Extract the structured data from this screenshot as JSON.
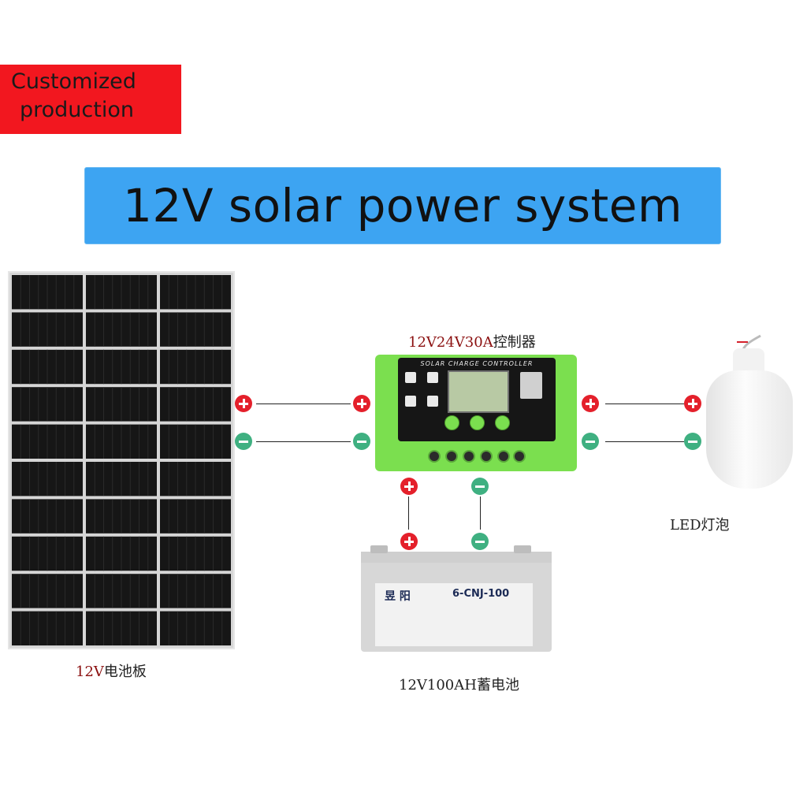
{
  "badge": {
    "line1": "Customized",
    "line2": "production",
    "color": "#f2171f"
  },
  "title": {
    "text": "12V solar power system",
    "background": "#3da4f2"
  },
  "components": {
    "panel": {
      "caption_prefix": "12V",
      "caption_suffix": "电池板"
    },
    "controller": {
      "caption_prefix": "12V24V30A",
      "caption_suffix": "控制器",
      "face_label": "SOLAR CHARGE CONTROLLER",
      "body_color": "#7bdf4f"
    },
    "bulb": {
      "caption": "LED灯泡"
    },
    "battery": {
      "caption": "12V100AH蓄电池",
      "brand": "昱 阳",
      "model": "6-CNJ-100"
    }
  },
  "terminals": {
    "plus_color": "#e4202b",
    "minus_color": "#3fb081"
  }
}
